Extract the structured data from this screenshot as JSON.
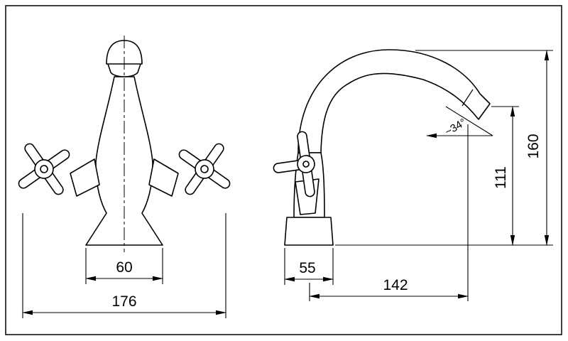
{
  "drawing": {
    "subject": "basin-mixer-faucet-technical-drawing",
    "dims": {
      "base_width": "60",
      "overall_width": "176",
      "base_depth": "55",
      "spout_reach": "142",
      "outlet_height": "111",
      "overall_height": "160",
      "spout_angle": "~34°"
    }
  }
}
